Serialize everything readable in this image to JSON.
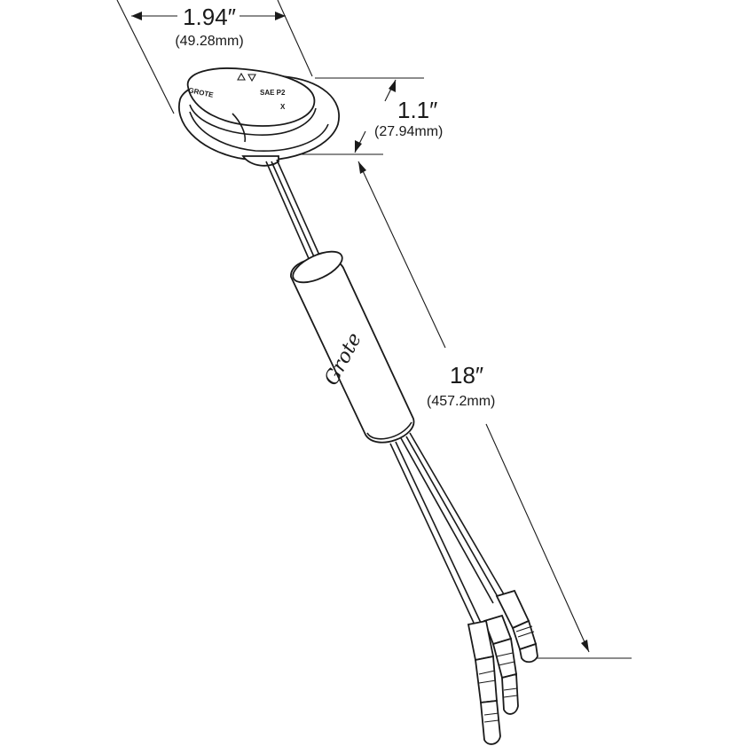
{
  "dimensions": {
    "width": {
      "inches": "1.94″",
      "mm": "(49.28mm)"
    },
    "height": {
      "inches": "1.1″",
      "mm": "(27.94mm)"
    },
    "length": {
      "inches": "18″",
      "mm": "(457.2mm)"
    }
  },
  "lamp_markings": {
    "brand": "GROTE",
    "standard": "SAE P2",
    "mark": "X"
  },
  "harness_brand": "Grote",
  "colors": {
    "line": "#1a1a1a",
    "background": "#ffffff"
  }
}
